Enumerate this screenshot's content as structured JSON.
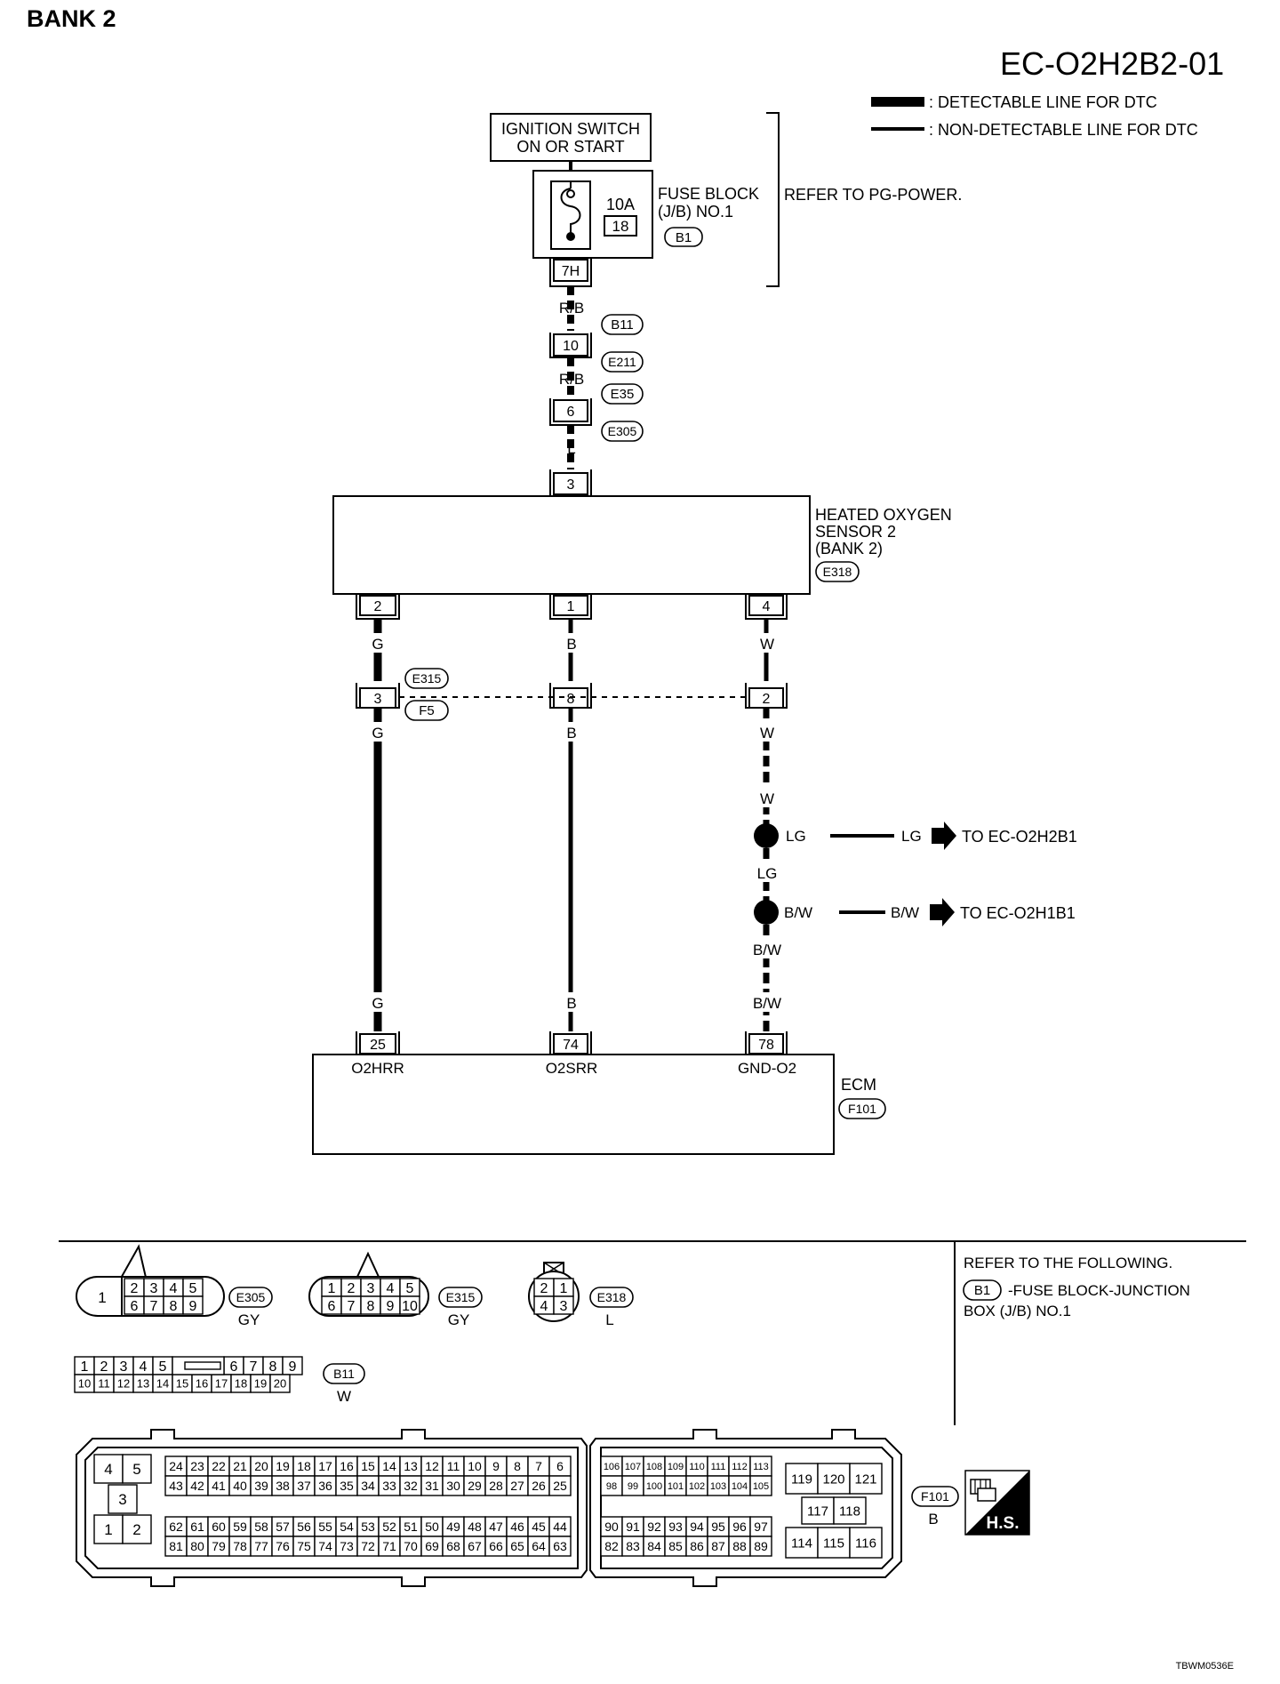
{
  "header": {
    "bank_title": "BANK 2",
    "diagram_id": "EC-O2H2B2-01",
    "footer_code": "TBWM0536E"
  },
  "legend": {
    "detectable": ": DETECTABLE LINE FOR DTC",
    "non_detectable": ": NON-DETECTABLE LINE FOR DTC"
  },
  "power": {
    "ignition_line1": "IGNITION SWITCH",
    "ignition_line2": "ON OR START",
    "fuse_block_line1": "FUSE BLOCK",
    "fuse_block_line2": "(J/B) NO.1",
    "fuse_rating": "10A",
    "fuse_number": "18",
    "fuse_block_connector": "B1",
    "fuse_terminal": "7H",
    "refer": "REFER TO PG-POWER."
  },
  "harness": {
    "rb_top": "R/B",
    "b11": "B11",
    "terminal_10": "10",
    "e211": "E211",
    "rb_mid": "R/B",
    "e35": "E35",
    "terminal_6": "6",
    "e305": "E305",
    "wire_l": "L",
    "terminal_3_sensor": "3"
  },
  "sensor": {
    "line1": "HEATED OXYGEN",
    "line2": "SENSOR 2",
    "line3": "(BANK 2)",
    "connector": "E318",
    "pin_left": "2",
    "pin_mid": "1",
    "pin_right": "4",
    "wire_left": "G",
    "wire_mid": "B",
    "wire_right": "W"
  },
  "joint": {
    "e315": "E315",
    "f5": "F5",
    "pin_left": "3",
    "pin_mid": "8",
    "pin_right": "2",
    "wire_left": "G",
    "wire_mid": "B",
    "wire_right": "W",
    "wire_right_lower": "W"
  },
  "splices": {
    "lg_left": "LG",
    "lg_right": "LG",
    "lg_dest": "TO EC-O2H2B1",
    "lg_below": "LG",
    "bw_left": "B/W",
    "bw_right": "B/W",
    "bw_dest": "TO EC-O2H1B1",
    "bw_below": "B/W"
  },
  "ecm": {
    "wire_left": "G",
    "wire_mid": "B",
    "wire_right": "B/W",
    "pin_left": "25",
    "pin_mid": "74",
    "pin_right": "78",
    "label_left": "O2HRR",
    "label_mid": "O2SRR",
    "label_right": "GND-O2",
    "name": "ECM",
    "connector": "F101"
  },
  "connectors": {
    "e305": {
      "id": "E305",
      "color": "GY",
      "big": "1",
      "top": [
        "2",
        "3",
        "4",
        "5"
      ],
      "bottom": [
        "6",
        "7",
        "8",
        "9"
      ]
    },
    "e315": {
      "id": "E315",
      "color": "GY",
      "top": [
        "1",
        "2",
        "3",
        "4",
        "5"
      ],
      "bottom": [
        "6",
        "7",
        "8",
        "9",
        "10"
      ]
    },
    "e318": {
      "id": "E318",
      "color": "L",
      "top": [
        "2",
        "1"
      ],
      "bottom": [
        "4",
        "3"
      ]
    },
    "b11": {
      "id": "B11",
      "color": "W",
      "top_left": [
        "1",
        "2",
        "3",
        "4",
        "5"
      ],
      "top_right": [
        "6",
        "7",
        "8",
        "9"
      ],
      "bottom": [
        "10",
        "11",
        "12",
        "13",
        "14",
        "15",
        "16",
        "17",
        "18",
        "19",
        "20"
      ]
    },
    "f101": {
      "id": "F101",
      "color": "B",
      "small": [
        "4",
        "5",
        "3",
        "1",
        "2"
      ],
      "r1": [
        "24",
        "23",
        "22",
        "21",
        "20",
        "19",
        "18",
        "17",
        "16",
        "15",
        "14",
        "13",
        "12",
        "11",
        "10",
        "9",
        "8",
        "7",
        "6"
      ],
      "r2": [
        "43",
        "42",
        "41",
        "40",
        "39",
        "38",
        "37",
        "36",
        "35",
        "34",
        "33",
        "32",
        "31",
        "30",
        "29",
        "28",
        "27",
        "26",
        "25"
      ],
      "r3": [
        "62",
        "61",
        "60",
        "59",
        "58",
        "57",
        "56",
        "55",
        "54",
        "53",
        "52",
        "51",
        "50",
        "49",
        "48",
        "47",
        "46",
        "45",
        "44"
      ],
      "r4": [
        "81",
        "80",
        "79",
        "78",
        "77",
        "76",
        "75",
        "74",
        "73",
        "72",
        "71",
        "70",
        "69",
        "68",
        "67",
        "66",
        "65",
        "64",
        "63"
      ],
      "m1": [
        "106",
        "107",
        "108",
        "109",
        "110",
        "111",
        "112",
        "113"
      ],
      "m2": [
        "98",
        "99",
        "100",
        "101",
        "102",
        "103",
        "104",
        "105"
      ],
      "m3": [
        "90",
        "91",
        "92",
        "93",
        "94",
        "95",
        "96",
        "97"
      ],
      "m4": [
        "82",
        "83",
        "84",
        "85",
        "86",
        "87",
        "88",
        "89"
      ],
      "g_top": [
        "119",
        "120",
        "121"
      ],
      "g_mid": [
        "117",
        "118"
      ],
      "g_bot": [
        "114",
        "115",
        "116"
      ]
    }
  },
  "refer_box": {
    "line1": "REFER TO THE FOLLOWING.",
    "ref_connector": "B1",
    "line2": "-FUSE BLOCK-JUNCTION",
    "line3": "BOX (J/B) NO.1"
  },
  "hs_badge": "H.S."
}
